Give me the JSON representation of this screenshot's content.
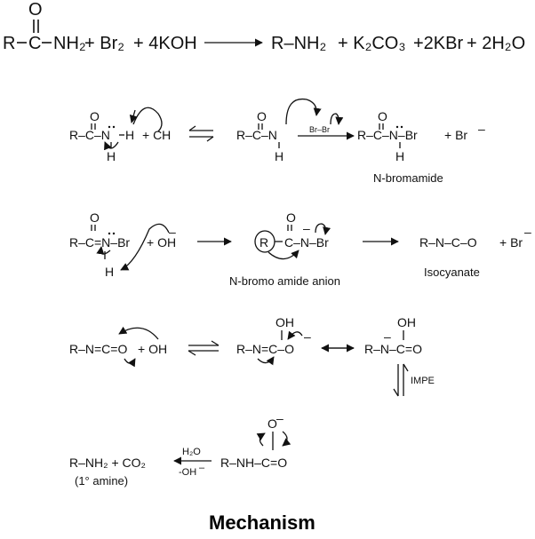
{
  "overall": {
    "reactant_r": "R",
    "reactant_carbon": "C",
    "reactant_oxygen": "O",
    "reactant_nh2": "NH₂",
    "plus_br2": "+ Br₂",
    "plus_koh": "+ 4KOH",
    "product_amine": "R–NH₂",
    "plus_k2co3": "+ K₂CO₃",
    "plus_kbr": "+2KBr",
    "plus_h2o": "+ 2H₂O"
  },
  "step1": {
    "amide_left": "R–C–N",
    "amide_o": "O",
    "amide_h_right": "H",
    "amide_h_bottom": "H",
    "plus_base": "+ CH",
    "anion": "R–C–N",
    "anion_o": "O",
    "anion_h": "H",
    "br_reagent": "Br–Br",
    "product": "R–C–N–Br",
    "product_o": "O",
    "product_h": "H",
    "plus_bromide": "+  Br",
    "bromide_charge": "–",
    "product_name": "N-bromamide"
  },
  "step2": {
    "reactant": "R–C=N–Br",
    "reactant_o": "O",
    "reactant_h": "H",
    "plus_oh": "+ OH",
    "oh_charge": "–",
    "anion_r": "R",
    "anion_rest": "C–N–Br",
    "anion_o": "O",
    "anion_charge": "–",
    "anion_name": "N-bromo amide anion",
    "product": "R–N–C–O",
    "plus_br": "+ Br",
    "br_charge": "–",
    "product_name": "Isocyanate"
  },
  "step3": {
    "isocyanate": "R–N=C=O",
    "plus_oh": "+ OH",
    "intermediate": "R–N=C–O",
    "intermediate_oh": "OH",
    "intermediate_charge": "–",
    "resonance": "R–N–C=O",
    "resonance_oh": "OH",
    "resonance_charge": "–",
    "impe_label": "IMPE"
  },
  "step4": {
    "carbamate": "R–NH–C=O",
    "carbamate_o": "O",
    "carbamate_charge": "–",
    "reagent_top": "H₂O",
    "reagent_bottom": "-OH",
    "reagent_charge": "–",
    "product": "R–NH₂ + CO₂",
    "product_note": "(1° amine)"
  },
  "title": "Mechanism"
}
